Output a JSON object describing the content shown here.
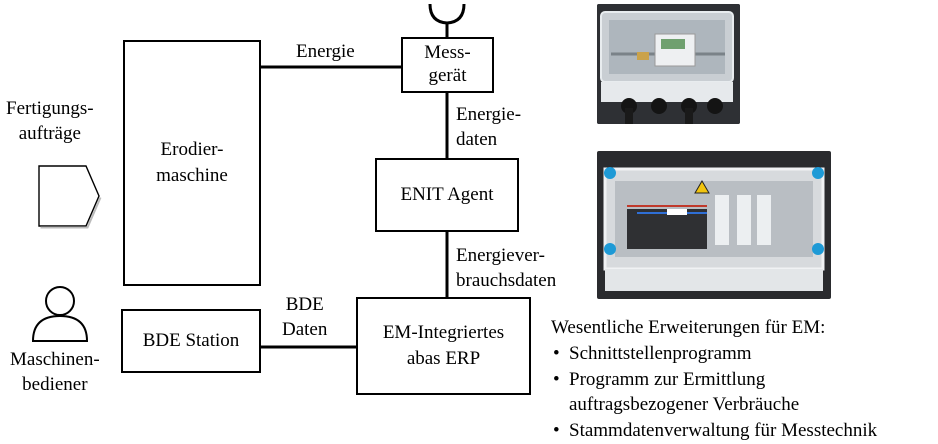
{
  "nodes": {
    "erodiermaschine": "Erodier-\nmaschine",
    "messgeraet": "Mess-\ngerät",
    "enit_agent": "ENIT Agent",
    "bde_station": "BDE Station",
    "erp": "EM-Integriertes\nabas ERP"
  },
  "edges": {
    "energie": "Energie",
    "energiedaten": "Energie-\ndaten",
    "energieverbrauchsdaten": "Energiever-\nbrauchsdaten",
    "bde_daten": "BDE\nDaten"
  },
  "actors": {
    "fertigungsauftraege": "Fertigungs-\naufträge",
    "maschinenbediener": "Maschinen-\nbediener"
  },
  "extensions": {
    "title": "Wesentliche Erweiterungen für EM:",
    "items": [
      "Schnittstellenprogramm",
      "Programm zur Ermittlung\nauftragsbezogener Verbräuche",
      "Stammdatenverwaltung für Messtechnik"
    ]
  },
  "icons": {
    "antenna": "antenna-icon",
    "person": "person-icon",
    "order_document": "order-document-icon"
  }
}
